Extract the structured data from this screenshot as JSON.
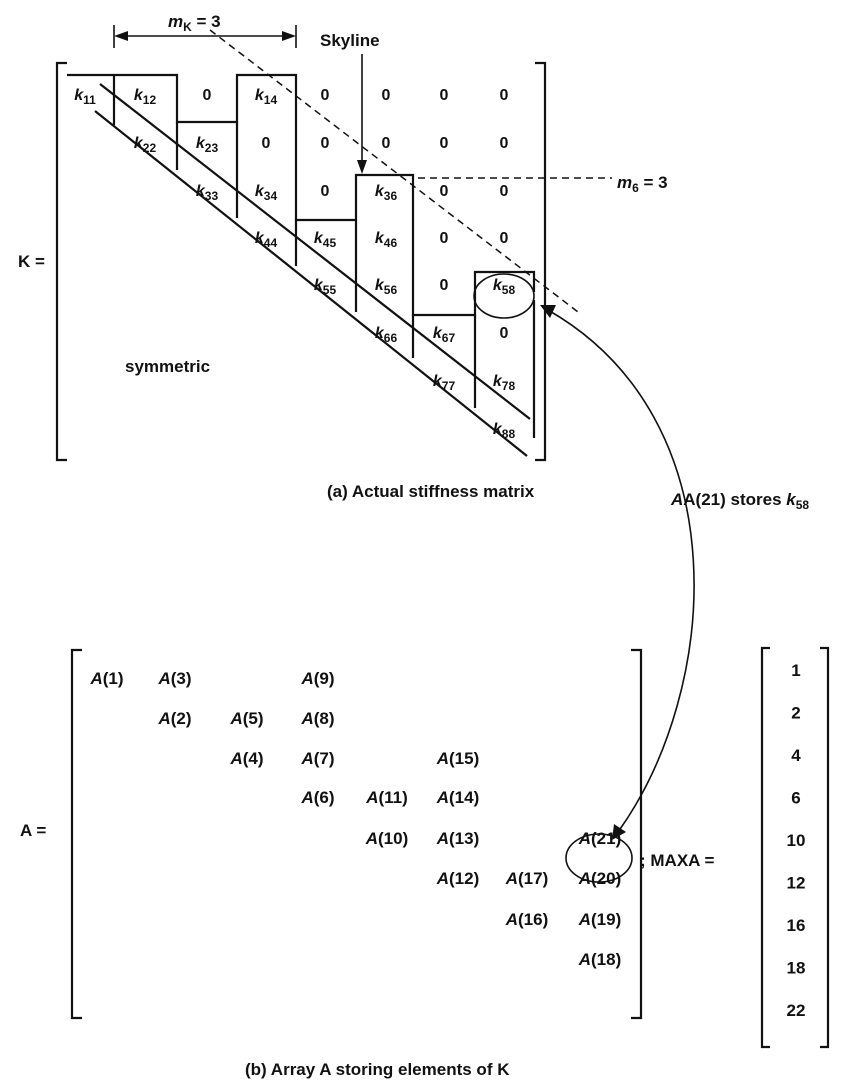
{
  "matrix_k": {
    "name": "K",
    "equals": "=",
    "m_k_label": {
      "main": "m",
      "sub": "K",
      "rest": " = 3"
    },
    "m_6_label": {
      "main": "m",
      "sub": "6",
      "rest": " = 3"
    },
    "skyline_label": "Skyline",
    "symmetric_label": "symmetric",
    "caption": "(a)  Actual stiffness matrix",
    "rows": [
      [
        "k11",
        "k12",
        "0",
        "k14",
        "0",
        "0",
        "0",
        "0"
      ],
      [
        "",
        "k22",
        "k23",
        "0",
        "0",
        "0",
        "0",
        "0"
      ],
      [
        "",
        "",
        "k33",
        "k34",
        "0",
        "k36",
        "0",
        "0"
      ],
      [
        "",
        "",
        "",
        "k44",
        "k45",
        "k46",
        "0",
        "0"
      ],
      [
        "",
        "",
        "",
        "",
        "k55",
        "k56",
        "0",
        "k58"
      ],
      [
        "",
        "",
        "",
        "",
        "",
        "k66",
        "k67",
        "0"
      ],
      [
        "",
        "",
        "",
        "",
        "",
        "",
        "k77",
        "k78"
      ],
      [
        "",
        "",
        "",
        "",
        "",
        "",
        "",
        "k88"
      ]
    ]
  },
  "arrow_label": {
    "prefix": "A(21) stores ",
    "main": "k",
    "sub": "58"
  },
  "array_a": {
    "name": "A",
    "equals": "=",
    "caption": "(b)  Array A storing elements of K",
    "rows": [
      [
        "A(1)",
        "A(3)",
        "",
        "A(9)",
        "",
        "",
        "",
        ""
      ],
      [
        "",
        "A(2)",
        "A(5)",
        "A(8)",
        "",
        "",
        "",
        ""
      ],
      [
        "",
        "",
        "A(4)",
        "A(7)",
        "",
        "A(15)",
        "",
        ""
      ],
      [
        "",
        "",
        "",
        "A(6)",
        "A(11)",
        "A(14)",
        "",
        ""
      ],
      [
        "",
        "",
        "",
        "",
        "A(10)",
        "A(13)",
        "",
        "A(21)"
      ],
      [
        "",
        "",
        "",
        "",
        "",
        "A(12)",
        "A(17)",
        "A(20)"
      ],
      [
        "",
        "",
        "",
        "",
        "",
        "",
        "A(16)",
        "A(19)"
      ],
      [
        "",
        "",
        "",
        "",
        "",
        "",
        "",
        "A(18)"
      ]
    ]
  },
  "maxa": {
    "label": "; MAXA =",
    "values": [
      "1",
      "2",
      "4",
      "6",
      "10",
      "12",
      "16",
      "18",
      "22"
    ]
  }
}
